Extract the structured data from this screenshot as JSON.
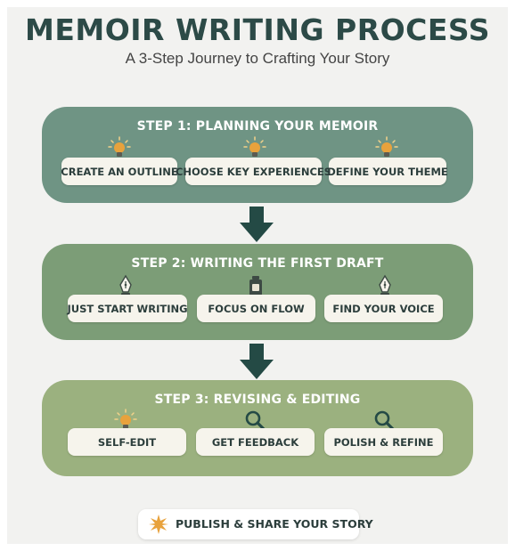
{
  "header": {
    "title": "MEMOIR WRITING PROCESS",
    "subtitle": "A 3-Step Journey to Crafting Your Story"
  },
  "steps": [
    {
      "title": "STEP 1: PLANNING YOUR MEMOIR",
      "items": [
        {
          "label": "CREATE AN OUTLINE",
          "icon": "lightbulb-icon"
        },
        {
          "label": "CHOOSE KEY EXPERIENCES",
          "icon": "lightbulb-icon"
        },
        {
          "label": "DEFINE YOUR THEME",
          "icon": "lightbulb-icon"
        }
      ]
    },
    {
      "title": "STEP 2: WRITING THE FIRST DRAFT",
      "items": [
        {
          "label": "JUST START WRITING",
          "icon": "pen-nib-icon"
        },
        {
          "label": "FOCUS ON FLOW",
          "icon": "ink-bottle-icon"
        },
        {
          "label": "FIND YOUR VOICE",
          "icon": "pen-nib-icon"
        }
      ]
    },
    {
      "title": "STEP 3: REVISING & EDITING",
      "items": [
        {
          "label": "SELF-EDIT",
          "icon": "lightbulb-icon"
        },
        {
          "label": "GET FEEDBACK",
          "icon": "magnifier-icon"
        },
        {
          "label": "POLISH & REFINE",
          "icon": "magnifier-icon"
        }
      ]
    }
  ],
  "final": {
    "label": "PUBLISH & SHARE YOUR STORY",
    "icon": "sunburst-icon"
  },
  "colors": {
    "title": "#2c4a47",
    "step1": "#6f9484",
    "step2": "#7c9d77",
    "step3": "#9bb17f",
    "arrow": "#244a45",
    "accent": "#e8a23c"
  }
}
